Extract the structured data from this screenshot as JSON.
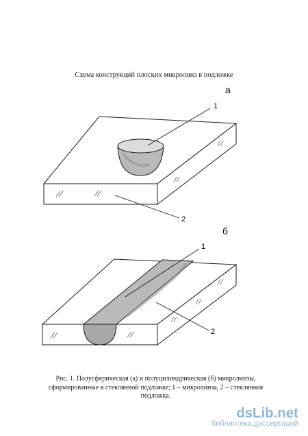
{
  "title": "Схема конструкций плоских микролинз в подложке",
  "labels": {
    "panel_a": "а",
    "panel_b": "б",
    "a_one": "1",
    "a_two": "2",
    "b_one": "1",
    "b_two": "2"
  },
  "caption": {
    "line1": "Рис. 1. Полусферическая (а) и полуцилиндрическая (б) микролинзы,",
    "line2": "сформированные в стеклянной подложке; 1 – микролинза, 2 – стеклянная",
    "line3": "подложка."
  },
  "watermark": {
    "brand": "dsLib.net",
    "sub": "библиотека диссертаций"
  },
  "colors": {
    "ink": "#1a1a1a",
    "lens_fill": "#b9b9b9",
    "lens_dark": "#8e8e8e",
    "watermark": "#8fb8d6"
  }
}
